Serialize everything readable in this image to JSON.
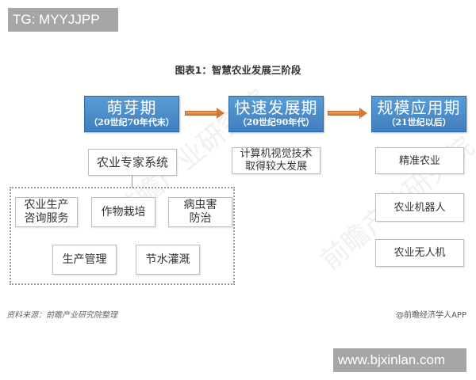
{
  "overlay": {
    "top_badge": "TG: MYYJJPP",
    "bottom_badge": "www.bjxinlan.com"
  },
  "chart": {
    "title": "图表1：智慧农业发展三阶段",
    "stages": [
      {
        "name": "萌芽期",
        "period": "（20世纪70年代末）"
      },
      {
        "name": "快速发展期",
        "period": "（20世纪90年代）"
      },
      {
        "name": "规模应用期",
        "period": "（21世纪以后）"
      }
    ],
    "stage1": {
      "system": "农业专家系统",
      "applications": [
        "农业生产\n咨询服务",
        "作物栽培",
        "病虫害\n防治",
        "生产管理",
        "节水灌溉"
      ]
    },
    "stage2": {
      "milestone": "计算机视觉技术\n取得较大发展"
    },
    "stage3": {
      "items": [
        "精准农业",
        "农业机器人",
        "农业无人机"
      ]
    },
    "source": "资料来源：前瞻产业研究院整理",
    "credit": "@前瞻经济学人APP",
    "watermark": "前瞻产业研究院"
  },
  "colors": {
    "stage_blue": "#4a8ccb",
    "arrow_orange": "#e08a3c",
    "badge_gray": "#a6a6a6"
  }
}
